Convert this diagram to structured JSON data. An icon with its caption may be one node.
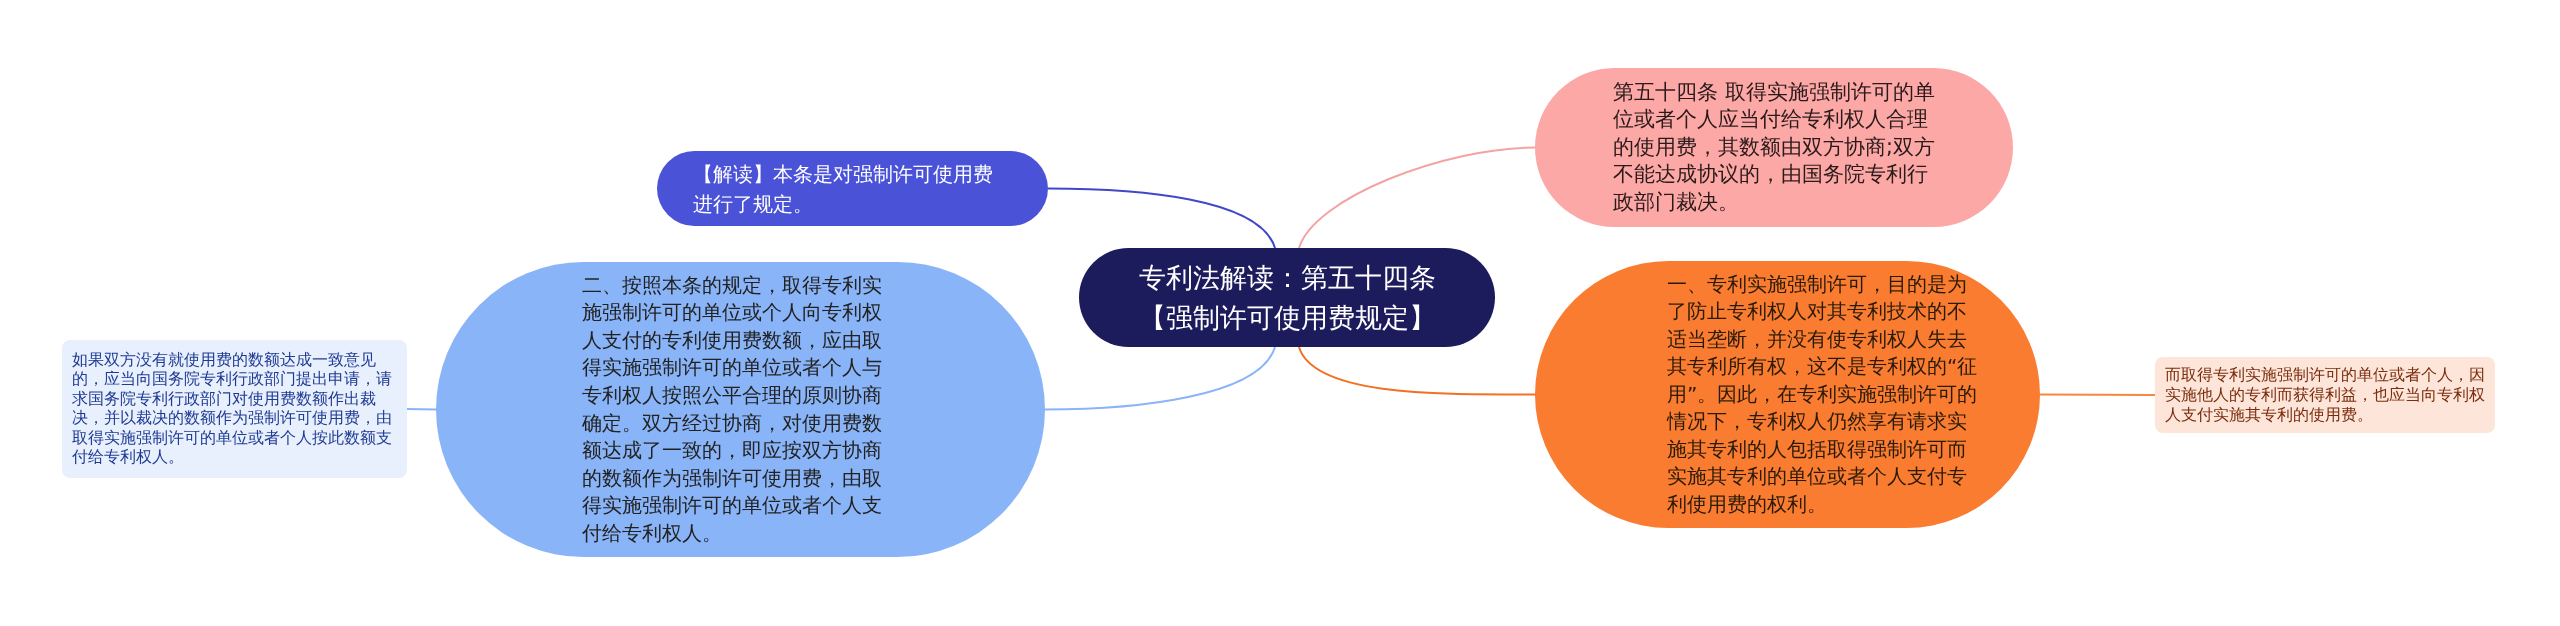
{
  "diagram": {
    "nodes": [
      {
        "text": [
          "专利法解读：第五十四条【强制许可使用费规定】"
        ]
      },
      {
        "text": [
          "【解读】本条是对强制许可使用费进行了规定。"
        ]
      },
      {
        "text": [
          "二、按照本条的规定，取得专利实施强制许可的单位或个人向专利权人支付的专利使用费数额，应由取得实施强制许可的单位或者个人与专利权人按照公平合理的原则协商确定。双方经过协商，对使用费数额达成了一致的，即应按双方协商的数额作为强制许可使用费，由取得实施强制许可的单位或者个人支付给专利权人。"
        ]
      },
      {
        "text": [
          "如果双方没有就使用费的数额达成一致意见的，应当向国务院专利行政部门提出申请，请求国务院专利行政部门对使用费数额作出裁决，并以裁决的数额作为强制许可使用费，由取得实施强制许可的单位或者个人按此数额支付给专利权人。"
        ]
      },
      {
        "text": [
          "第五十四条 取得实施强制许可的单位或者个人应当付给专利权人合理的使用费，其数额由双方协商;双方不能达成协议的，由国务院专利行政部门裁决。"
        ]
      },
      {
        "text": [
          "一、专利实施强制许可，目的是为了防止专利权人对其专利技术的不适当垄断，并没有使专利权人失去其专利所有权，这不是专利权的“征用”。因此，在专利实施强制许可的情况下，专利权人仍然享有请求实施其专利的人包括取得强制许可而实施其专利的单位或者个人支付专利使用费的权利。"
        ]
      },
      {
        "text": [
          "而取得专利实施强制许可的单位或者个人，因实施他人的专利而获得利益，也应当向专利权人支付实施其专利的使用费。"
        ]
      }
    ],
    "edges": [
      {
        "from": 0,
        "to": 1,
        "arrow": "none",
        "color": "#3f48c9"
      },
      {
        "from": 0,
        "to": 2,
        "arrow": "none",
        "color": "#8ab4f8"
      },
      {
        "from": 2,
        "to": 3,
        "arrow": "none",
        "color": "#8ab4f8"
      },
      {
        "from": 0,
        "to": 4,
        "arrow": "none",
        "color": "#f4a3a3"
      },
      {
        "from": 0,
        "to": 5,
        "arrow": "none",
        "color": "#f36f22"
      },
      {
        "from": 5,
        "to": 6,
        "arrow": "none",
        "color": "#f5873e"
      }
    ]
  }
}
